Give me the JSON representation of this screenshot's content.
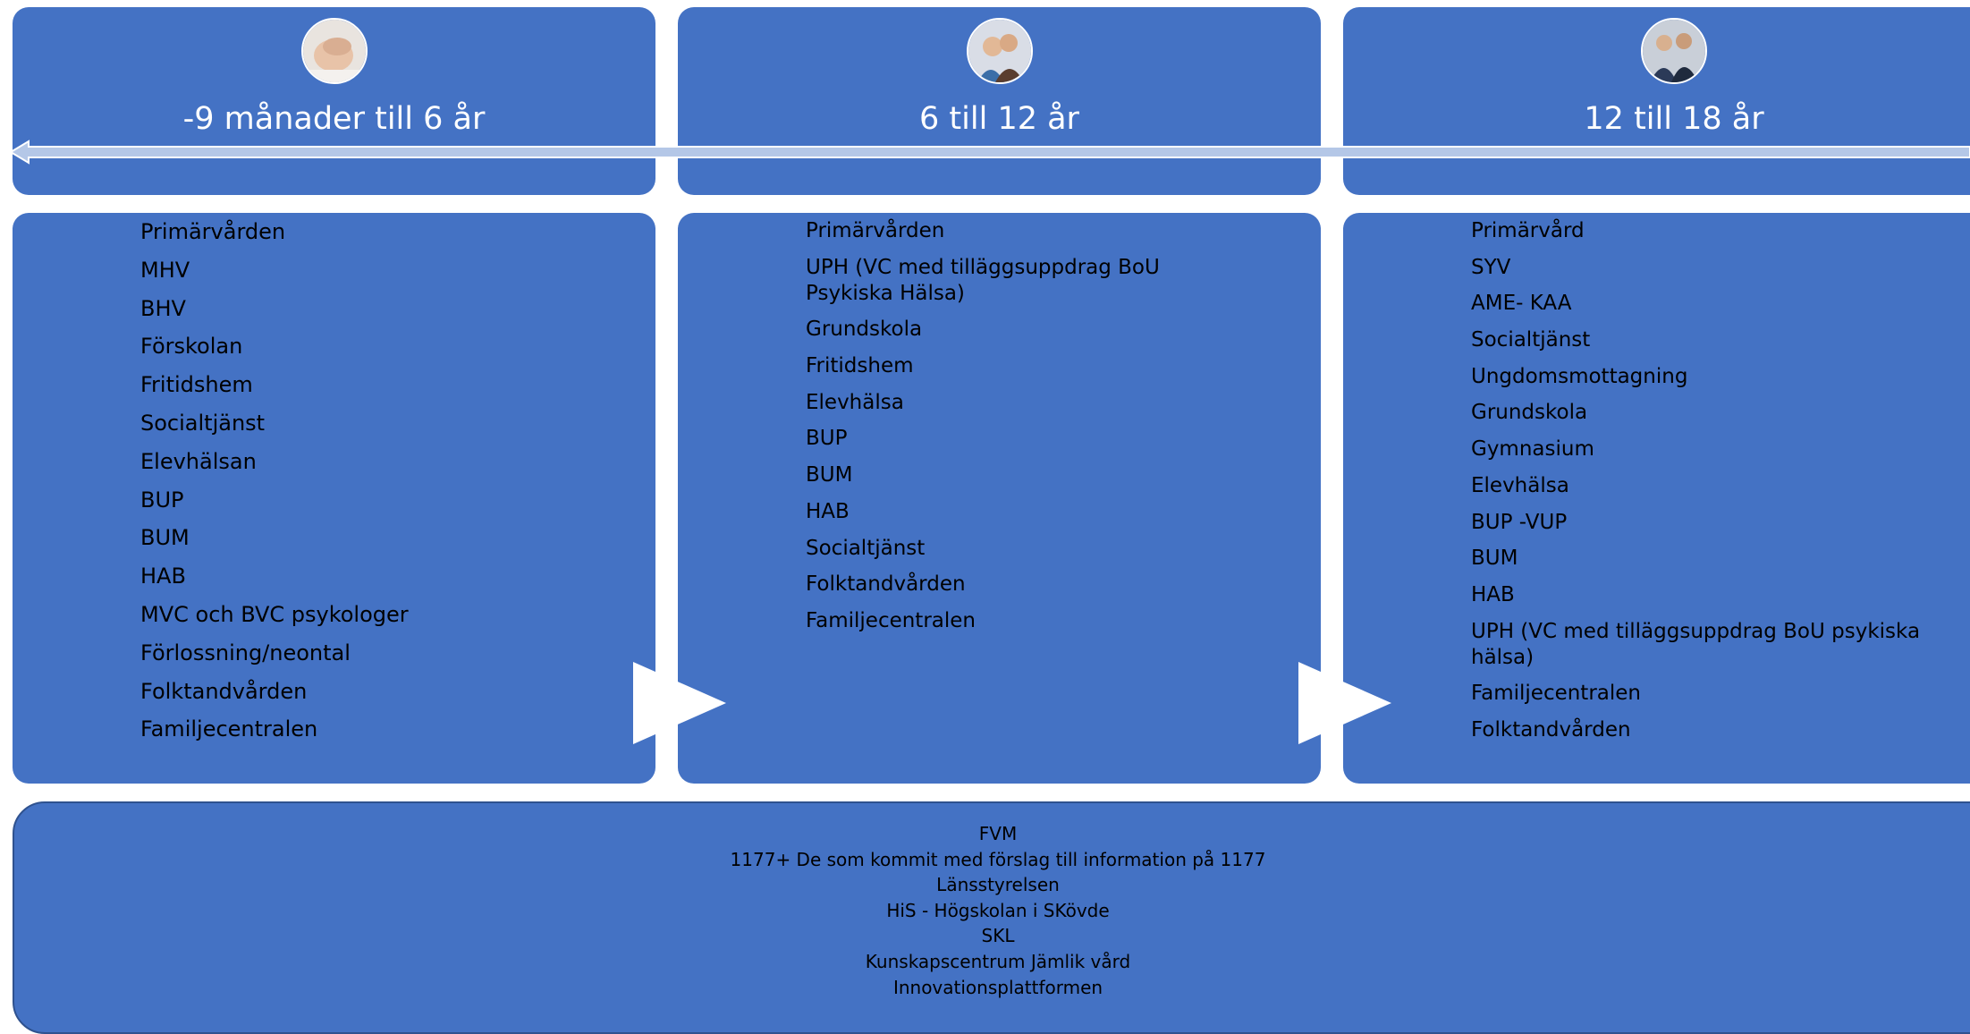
{
  "stages": [
    {
      "label": "-9 månader till 6 år",
      "photo_icon": "baby-photo-icon",
      "items": [
        "Primärvården",
        "MHV",
        "BHV",
        "Förskolan",
        "Fritidshem",
        "Socialtjänst",
        "Elevhälsan",
        "BUP",
        "BUM",
        "HAB",
        "MVC och BVC psykologer",
        "Förlossning/neontal",
        "Folktandvården",
        "Familjecentralen"
      ]
    },
    {
      "label": "6 till 12 år",
      "photo_icon": "child-photo-icon",
      "items": [
        "Primärvården",
        "UPH (VC med tilläggsuppdrag BoU Psykiska Hälsa)",
        "Grundskola",
        "Fritidshem",
        "Elevhälsa",
        "BUP",
        "BUM",
        "HAB",
        "Socialtjänst",
        "Folktandvården",
        "Familjecentralen"
      ]
    },
    {
      "label": "12 till 18 år",
      "photo_icon": "teens-photo-icon",
      "items": [
        "Primärvård",
        "SYV",
        "AME- KAA",
        "Socialtjänst",
        "Ungdomsmottagning",
        "Grundskola",
        "Gymnasium",
        "Elevhälsa",
        "BUP -VUP",
        "BUM",
        "HAB",
        "UPH (VC med tilläggsuppdrag BoU psykiska hälsa)",
        "Familjecentralen",
        "Folktandvården"
      ]
    }
  ],
  "shared": [
    "FVM",
    "1177+ De som kommit med förslag till information på 1177",
    "Länsstyrelsen",
    "HiS  - Högskolan i SKövde",
    "SKL",
    "Kunskapscentrum Jämlik vård",
    "Innovationsplattformen"
  ],
  "colors": {
    "box": "#4472c4",
    "arrow": "#b4c7e7",
    "text_light": "#ffffff",
    "text_dark": "#000000"
  }
}
